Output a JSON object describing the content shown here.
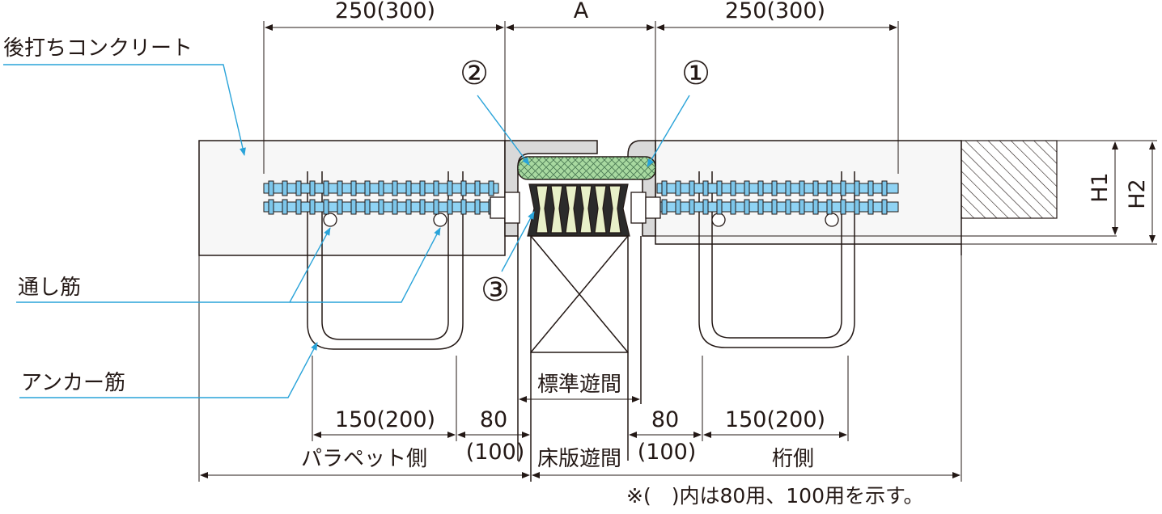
{
  "dimensions": {
    "top_left": "250(300)",
    "top_mid": "A",
    "top_right": "250(300)",
    "h1": "H1",
    "h2": "H2",
    "standard_gap": "標準遊間",
    "left_150": "150(200)",
    "left_80": "80",
    "right_80": "80",
    "right_150": "150(200)",
    "left_100": "(100)",
    "right_100": "(100)",
    "slab_gap": "床版遊間"
  },
  "labels": {
    "post_concrete": "後打ちコンクリート",
    "through_rebar": "通し筋",
    "anchor_rebar": "アンカー筋",
    "parapet_side": "パラペット側",
    "girder_side": "桁側",
    "note": "※(　)内は80用、100用を示す。"
  },
  "parts": {
    "p1": "①",
    "p2": "②",
    "p3": "③"
  },
  "colors": {
    "rebar": "#8fd3f4",
    "leader": "#29a3d9",
    "seal": "#a8d9a0",
    "rubber": "#e8f0c8",
    "steel": "#d9d9d9",
    "concrete": "#f7f7f7"
  }
}
